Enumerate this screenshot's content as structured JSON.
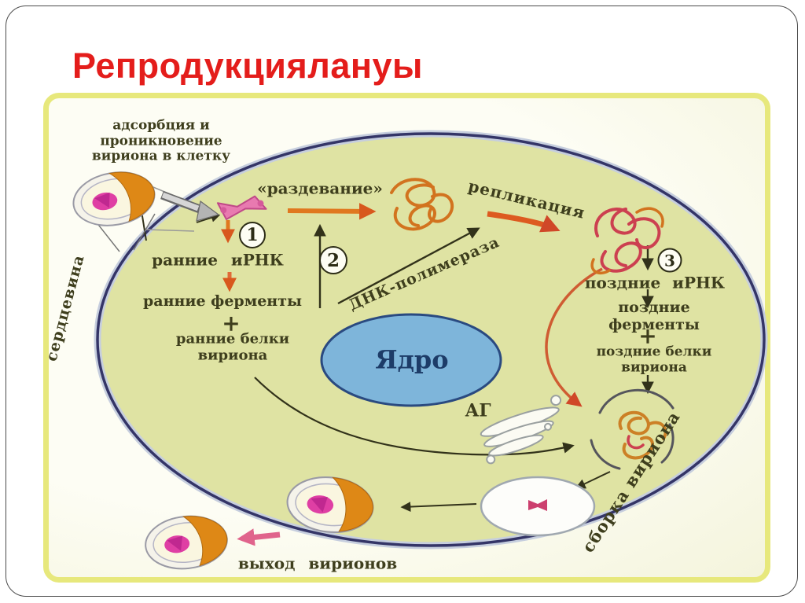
{
  "slide": {
    "title": "Репродукциялануы"
  },
  "colors": {
    "title": "#e41d1b",
    "panel_border": "#e7e87c",
    "panel_bg": "#fbfbee",
    "cell_fill": "#dfe3a3",
    "membrane": "#343567",
    "nucleus_fill": "#7eb5da",
    "nucleus_border": "#2a4a80",
    "nucleus_text": "#1d3c68",
    "label_text": "#3e3e1d",
    "arrow_orange": "#e0781f",
    "arrow_red": "#d04828",
    "arrow_pink": "#e0648c",
    "arrow_dark": "#32321a",
    "virion_orange": "#de8816",
    "virion_pink": "#df3fa4"
  },
  "diagram": {
    "labels": {
      "adsorption": "адсорбция и\nпроникновение\nвириона в клетку",
      "core": "сердцевина",
      "uncoating": "«раздевание»",
      "replication": "репликация",
      "dna_polymerase": "ДНК-полимераза",
      "nucleus": "Ядро",
      "early_mrna": "ранние иРНК",
      "early_enzymes": "ранние ферменты",
      "plus_early": "+",
      "early_proteins": "ранние белки\nвириона",
      "late_mrna": "поздние иРНК",
      "late_enzymes": "поздние ферменты",
      "plus_late": "+",
      "late_proteins": "поздние белки\nвириона",
      "golgi": "АГ",
      "assembly": "сборка вириона",
      "exit": "выход вирионов"
    },
    "steps": {
      "one": "1",
      "two": "2",
      "three": "3"
    }
  }
}
